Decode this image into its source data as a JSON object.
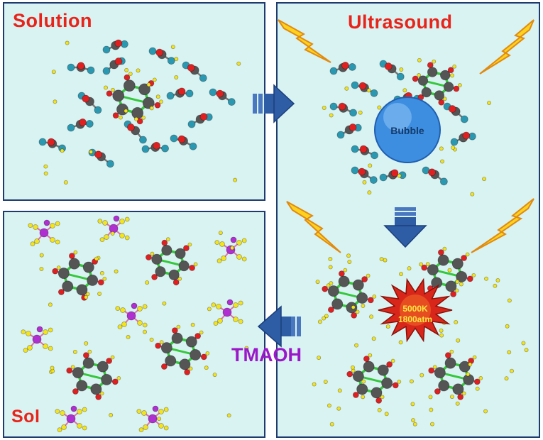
{
  "labels": {
    "solution": "Solution",
    "ultrasound": "Ultrasound",
    "bubble": "Bubble",
    "temperature": "5000K",
    "pressure": "1800atm",
    "reagent": "TMAOH",
    "sol": "Sol"
  },
  "colors": {
    "panel_fill": "#d9f3f3",
    "panel_border": "#1f3b6e",
    "title_red": "#e8241a",
    "reagent_purple": "#9a18c8",
    "arrow_blue": "#2e5da6",
    "bubble_blue": "#3d8ee0",
    "lightning_yellow": "#ffd21f",
    "explosion_red": "#d8261a",
    "atom_gray": "#555555",
    "atom_teal": "#2a98b0",
    "atom_red": "#e02020",
    "atom_yellow": "#f4e41c",
    "atom_magenta": "#b02fd0",
    "bond_green": "#34c83a",
    "bond_pink": "#e070a8"
  }
}
